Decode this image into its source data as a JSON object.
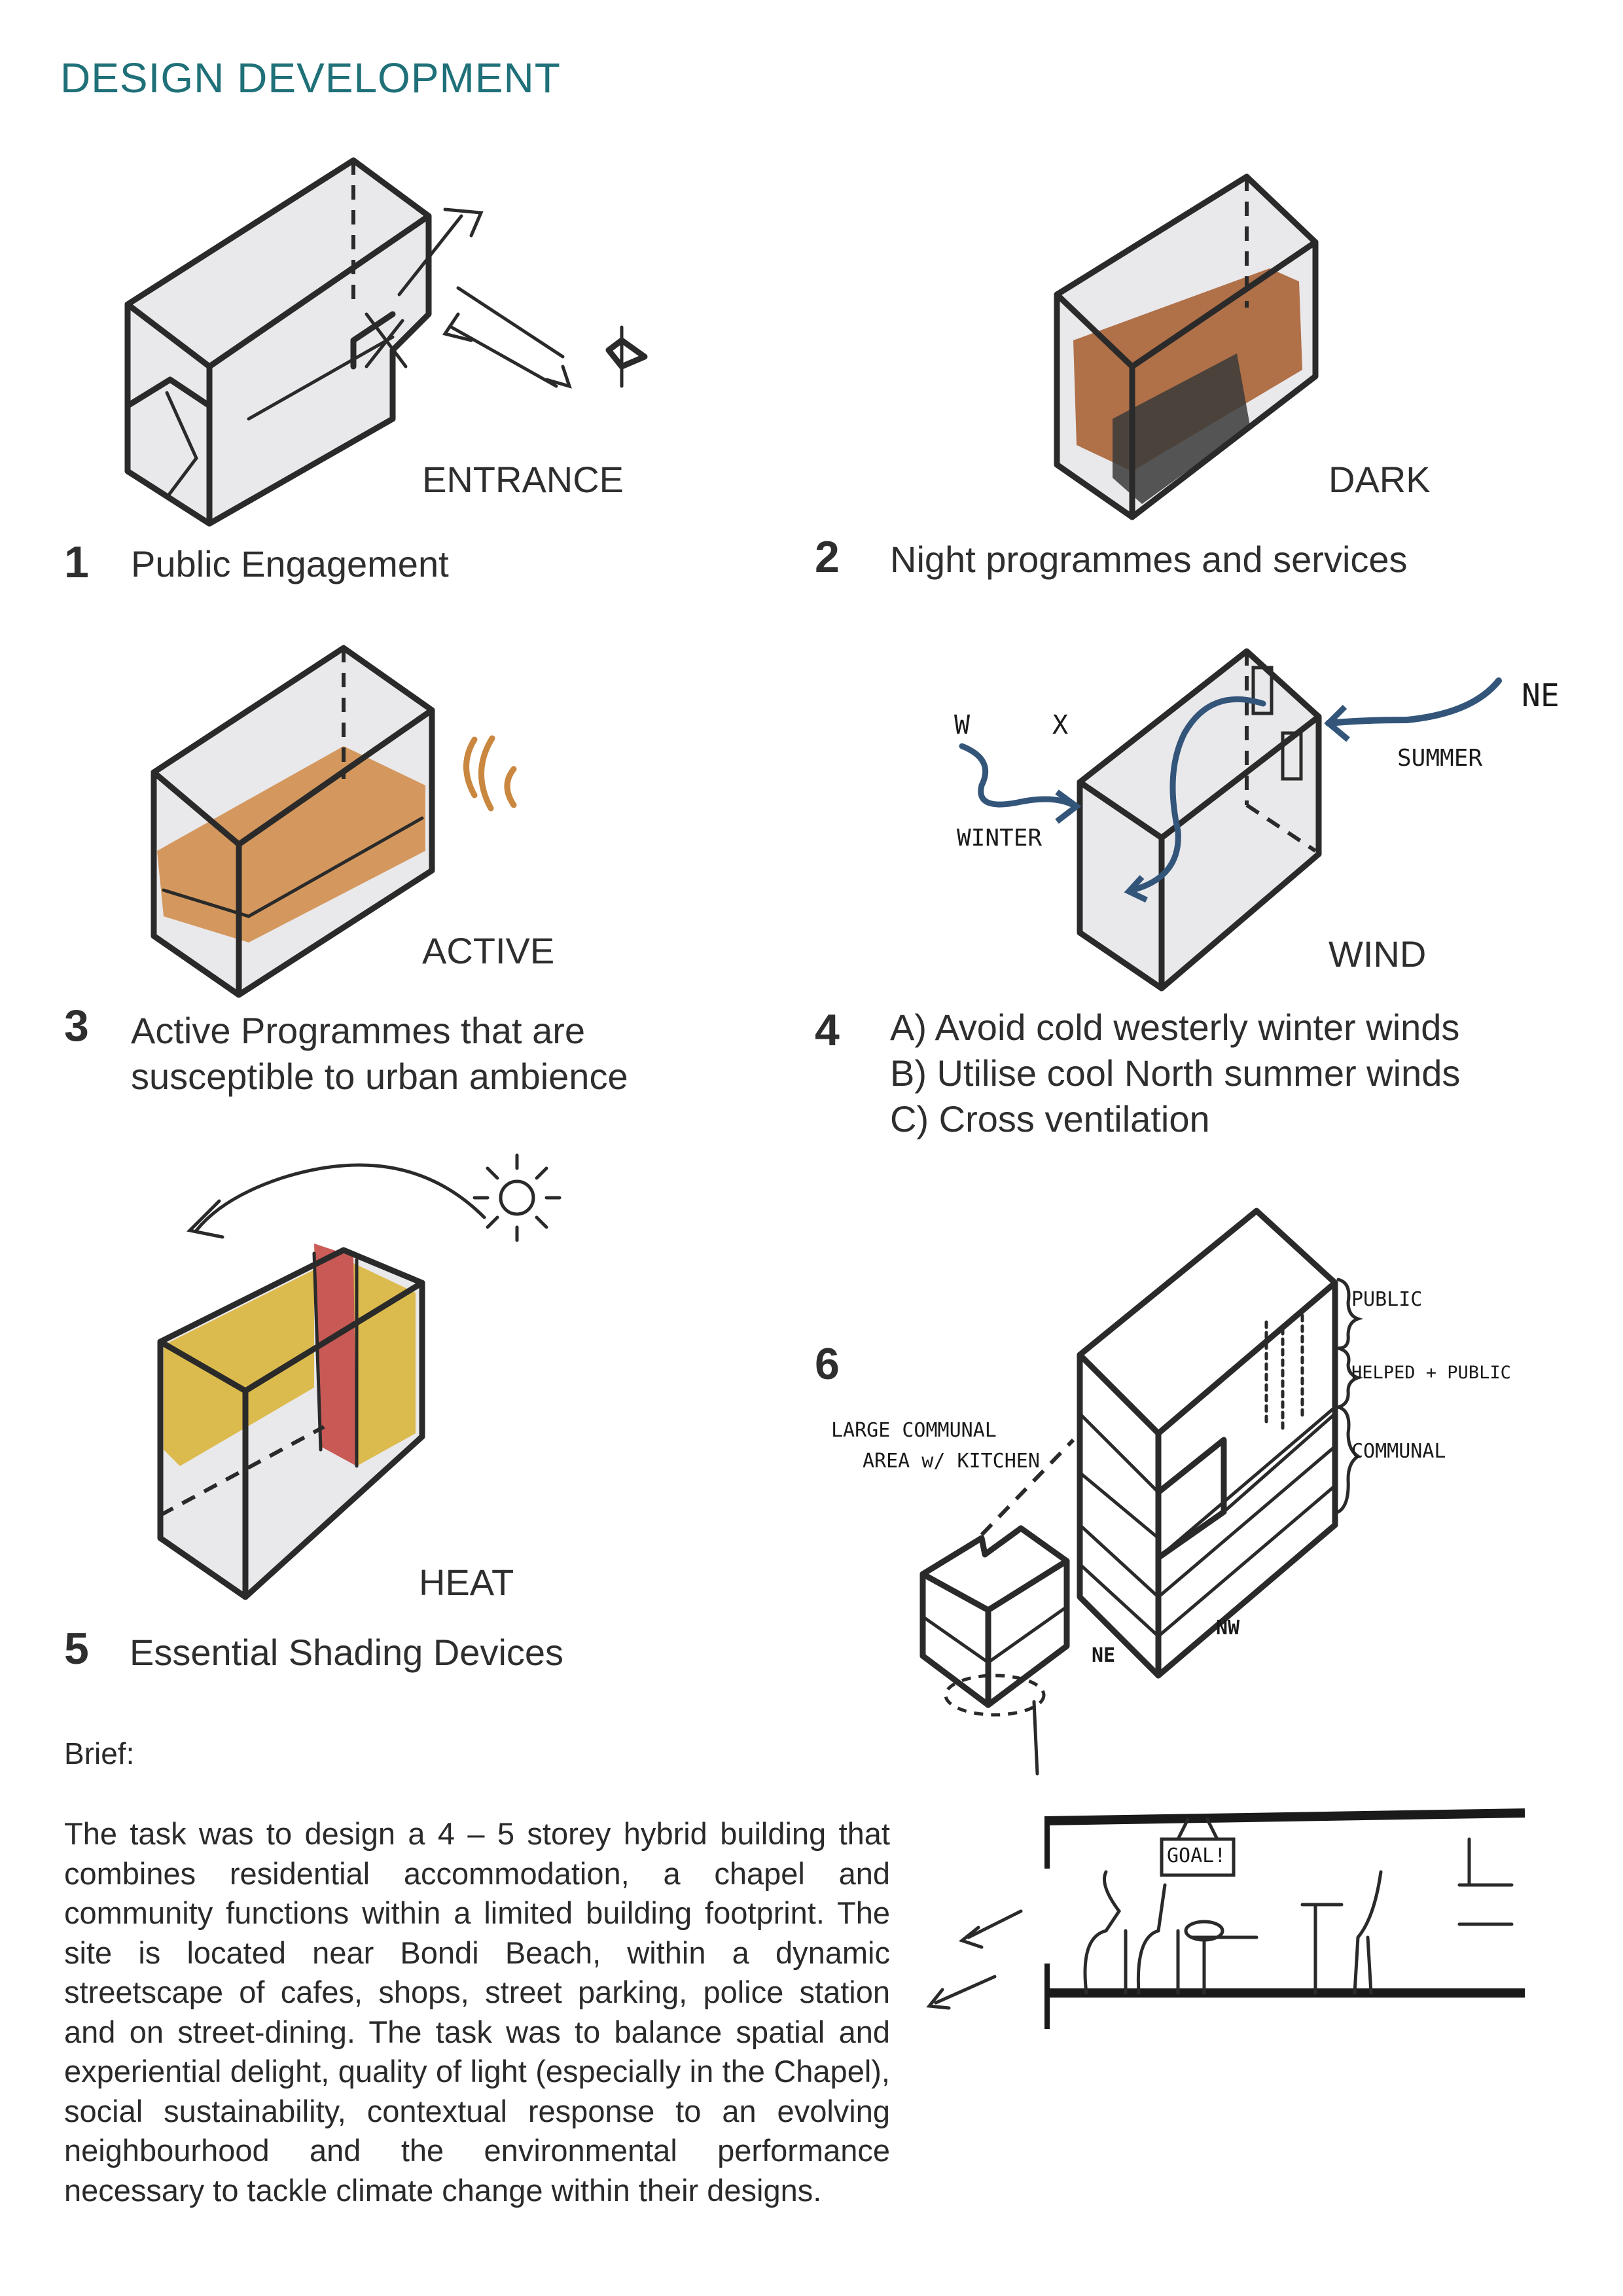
{
  "title": "DESIGN DEVELOPMENT",
  "panels": [
    {
      "number": "1",
      "tag": "ENTRANCE",
      "caption_lines": [
        "Public Engagement"
      ]
    },
    {
      "number": "2",
      "tag": "DARK",
      "caption_lines": [
        "Night programmes and services"
      ]
    },
    {
      "number": "3",
      "tag": "ACTIVE",
      "caption_lines": [
        "Active Programmes that are",
        "susceptible to urban ambience"
      ]
    },
    {
      "number": "4",
      "tag": "WIND",
      "caption_lines": [
        "A) Avoid cold westerly winter winds",
        "B) Utilise cool North summer winds",
        "C) Cross ventilation"
      ]
    },
    {
      "number": "5",
      "tag": "HEAT",
      "caption_lines": [
        "Essential Shading Devices"
      ]
    },
    {
      "number": "6",
      "tag": "",
      "caption_lines": []
    }
  ],
  "sketch_labels": {
    "wind_w": "W",
    "wind_x": "X",
    "wind_winter": "WINTER",
    "wind_ne": "NE",
    "wind_summer": "SUMMER",
    "public": "PUBLIC",
    "helped_public": "HELPED + PUBLIC",
    "communal": "COMMUNAL",
    "communal_area_line1": "LARGE COMMUNAL",
    "communal_area_line2": "AREA w/ KITCHEN",
    "ne": "NE",
    "nw": "NW",
    "goal_sign": "GOAL!"
  },
  "brief": {
    "heading": "Brief:",
    "text": "The task was to design a 4 – 5 storey hybrid building that combines residential accommodation, a chapel and community functions within a limited building footprint. The site is located near Bondi Beach, within a dynamic streetscape of cafes, shops, street parking, police station and on street-dining. The task was to balance spatial and experiential delight, quality of light (especially in the Chapel), social sustainability, contextual response to an evolving neighbourhood and the environmental performance necessary to tackle climate change within their designs."
  },
  "colors": {
    "title": "#1f7078",
    "brown": "#a65a2c",
    "orange": "#d08a45",
    "yellow": "#d9b332",
    "red": "#c2403a",
    "wind_blue": "#34557a"
  }
}
